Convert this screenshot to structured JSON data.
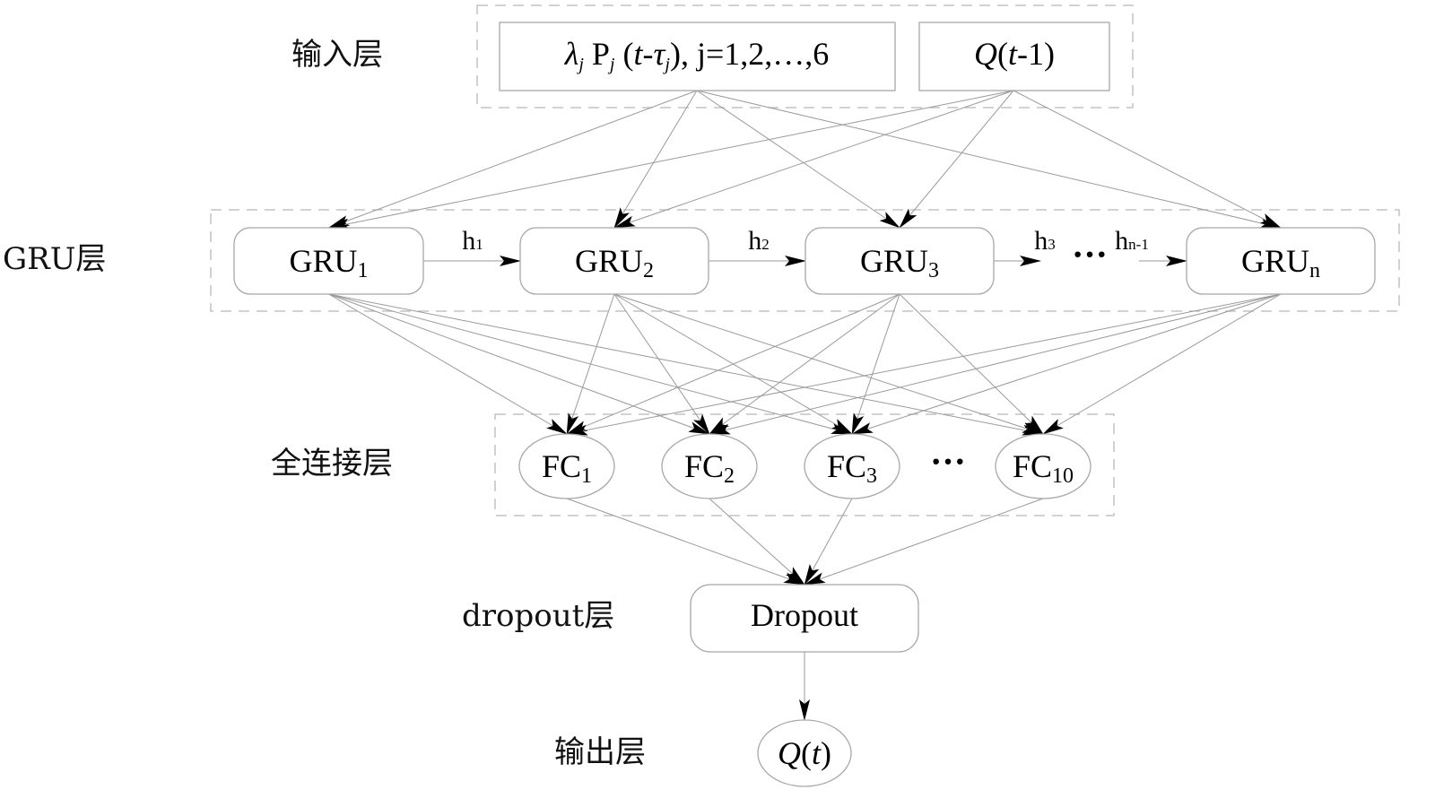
{
  "layers": {
    "input": "输入层",
    "gru": "GRU层",
    "fc": "全连接层",
    "dropout": "dropout层",
    "output": "输出层"
  },
  "input_nodes": [
    {
      "id": "in1",
      "parts": [
        {
          "t": "λ",
          "italic": true
        },
        {
          "t": "j",
          "italic": true,
          "sub": true
        },
        {
          "t": " P"
        },
        {
          "t": "j",
          "italic": true,
          "sub": true
        },
        {
          "t": " ("
        },
        {
          "t": "t",
          "italic": true
        },
        {
          "t": "-"
        },
        {
          "t": "τ",
          "italic": true
        },
        {
          "t": "j",
          "italic": true,
          "sub": true
        },
        {
          "t": "), j=1,2,…,6"
        }
      ]
    },
    {
      "id": "in2",
      "parts": [
        {
          "t": "Q",
          "italic": true
        },
        {
          "t": "("
        },
        {
          "t": "t",
          "italic": true
        },
        {
          "t": "-1)"
        }
      ]
    }
  ],
  "gru_nodes": [
    {
      "base": "GRU",
      "sub": "1"
    },
    {
      "base": "GRU",
      "sub": "2"
    },
    {
      "base": "GRU",
      "sub": "3"
    },
    {
      "base": "GRU",
      "sub": "n"
    }
  ],
  "hidden_labels": [
    {
      "base": "h",
      "sub": "1"
    },
    {
      "base": "h",
      "sub": "2"
    },
    {
      "base": "h",
      "sub": "3"
    },
    {
      "base": "h",
      "sub": "n-1"
    }
  ],
  "ellipsis": "···",
  "fc_nodes": [
    {
      "base": "FC",
      "sub": "1"
    },
    {
      "base": "FC",
      "sub": "2"
    },
    {
      "base": "FC",
      "sub": "3"
    },
    {
      "base": "FC",
      "sub": "10"
    }
  ],
  "dropout_node": "Dropout",
  "output_node": {
    "parts": [
      {
        "t": "Q",
        "italic": true
      },
      {
        "t": "("
      },
      {
        "t": "t",
        "italic": true
      },
      {
        "t": ")"
      }
    ]
  },
  "edges": {
    "input_to_gru": "all input nodes connect to every GRU node",
    "gru_chain": "GRU_i passes h_i to GRU_i+1",
    "gru_to_fc": "every GRU node connects to every FC node",
    "fc_to_dropout": "every FC node connects to Dropout",
    "dropout_to_output": "Dropout connects to Q(t)"
  },
  "colors": {
    "edge": "#9a9a9a",
    "node_border": "#a8a8a8",
    "dashed_border": "#b8b8b8",
    "arrowhead": "#000000",
    "text": "#000000"
  }
}
